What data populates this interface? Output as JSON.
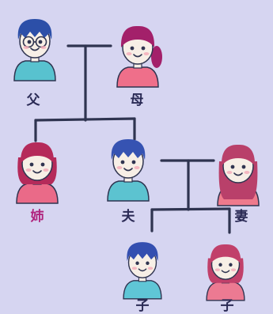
{
  "palette": {
    "background": "#d6d5f1",
    "line": "#2f3450",
    "label": "#2a2a55",
    "label_accent": "#b0247e"
  },
  "members": [
    {
      "id": "father",
      "label": "父",
      "icon": "man-with-glasses-icon",
      "hair": "#2c4fa8",
      "shirt": "#58c2cf",
      "highlight": false
    },
    {
      "id": "mother",
      "label": "母",
      "icon": "woman-with-ponytail-icon",
      "hair": "#a3206a",
      "shirt": "#ef6f8a",
      "highlight": false
    },
    {
      "id": "sister",
      "label": "姉",
      "icon": "woman-short-hair-icon",
      "hair": "#b52a5a",
      "shirt": "#ea6a88",
      "highlight": true
    },
    {
      "id": "husband",
      "label": "夫",
      "icon": "man-icon",
      "hair": "#3653b2",
      "shirt": "#5cc3d0",
      "highlight": false
    },
    {
      "id": "wife",
      "label": "妻",
      "icon": "woman-long-hair-icon",
      "hair": "#b9406a",
      "shirt": "#ef7a8c",
      "highlight": false
    },
    {
      "id": "son",
      "label": "子",
      "icon": "boy-icon",
      "hair": "#344fb0",
      "shirt": "#5fc6d6",
      "highlight": false
    },
    {
      "id": "daughter",
      "label": "子",
      "icon": "girl-icon",
      "hair": "#c1406a",
      "shirt": "#ec7a92",
      "highlight": false
    }
  ]
}
